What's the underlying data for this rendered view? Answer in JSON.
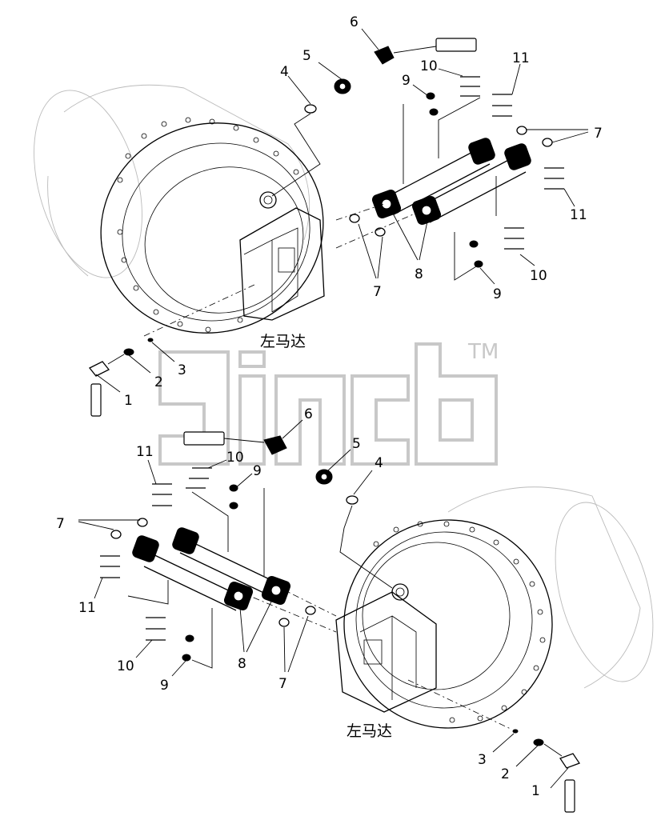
{
  "diagram": {
    "captions": {
      "upper_motor": "左马达",
      "lower_motor": "左马达"
    },
    "watermark": {
      "mark": "TM"
    },
    "callouts_upper": [
      {
        "id": "u1",
        "label": "1"
      },
      {
        "id": "u2",
        "label": "2"
      },
      {
        "id": "u3",
        "label": "3"
      },
      {
        "id": "u4",
        "label": "4"
      },
      {
        "id": "u5",
        "label": "5"
      },
      {
        "id": "u6",
        "label": "6"
      },
      {
        "id": "u7a",
        "label": "7"
      },
      {
        "id": "u7b",
        "label": "7"
      },
      {
        "id": "u8",
        "label": "8"
      },
      {
        "id": "u9a",
        "label": "9"
      },
      {
        "id": "u9b",
        "label": "9"
      },
      {
        "id": "u10a",
        "label": "10"
      },
      {
        "id": "u10b",
        "label": "10"
      },
      {
        "id": "u11a",
        "label": "11"
      },
      {
        "id": "u11b",
        "label": "11"
      }
    ],
    "callouts_lower": [
      {
        "id": "l1",
        "label": "1"
      },
      {
        "id": "l2",
        "label": "2"
      },
      {
        "id": "l3",
        "label": "3"
      },
      {
        "id": "l4",
        "label": "4"
      },
      {
        "id": "l5",
        "label": "5"
      },
      {
        "id": "l6",
        "label": "6"
      },
      {
        "id": "l7a",
        "label": "7"
      },
      {
        "id": "l7b",
        "label": "7"
      },
      {
        "id": "l8",
        "label": "8"
      },
      {
        "id": "l9a",
        "label": "9"
      },
      {
        "id": "l9b",
        "label": "9"
      },
      {
        "id": "l10a",
        "label": "10"
      },
      {
        "id": "l10b",
        "label": "10"
      },
      {
        "id": "l11a",
        "label": "11"
      },
      {
        "id": "l11b",
        "label": "11"
      }
    ]
  }
}
